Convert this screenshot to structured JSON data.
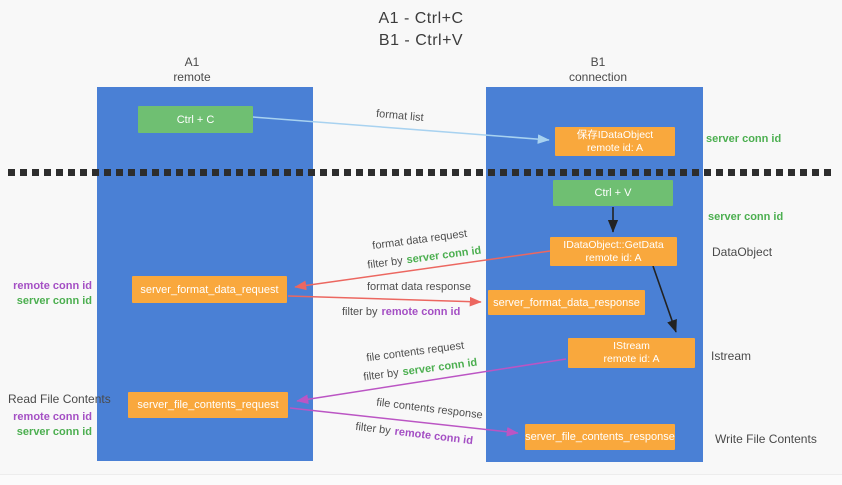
{
  "title": {
    "line1": "A1 - Ctrl+C",
    "line2": "B1 - Ctrl+V"
  },
  "lanes": {
    "left": {
      "name": "A1",
      "subtitle": "remote"
    },
    "right": {
      "name": "B1",
      "subtitle": "connection"
    }
  },
  "nodes": {
    "ctrl_c": {
      "label": "Ctrl + C"
    },
    "ctrl_v": {
      "label": "Ctrl + V"
    },
    "save_idataobject": {
      "line1": "保存IDataObject",
      "line2": "remote id: A"
    },
    "getdata": {
      "line1": "IDataObject::GetData",
      "line2": "remote id: A"
    },
    "istream": {
      "line1": "IStream",
      "line2": "remote id: A"
    },
    "server_format_data_request": {
      "label": "server_format_data_request"
    },
    "server_format_data_response": {
      "label": "server_format_data_response"
    },
    "server_file_contents_request": {
      "label": "server_file_contents_request"
    },
    "server_file_contents_response": {
      "label": "server_file_contents_response"
    }
  },
  "arrow_labels": {
    "format_list": "format list",
    "format_data_request": "format data request",
    "format_data_response": "format data response",
    "file_contents_request": "file contents request",
    "file_contents_response": "file contents response",
    "filter_by": "filter by",
    "server_conn_id": "server conn id",
    "remote_conn_id": "remote conn id"
  },
  "side_labels": {
    "server_conn_id": "server conn id",
    "remote_conn_id": "remote conn id",
    "dataobject": "DataObject",
    "istream": "Istream",
    "read_file_contents": "Read File Contents",
    "write_file_contents": "Write File Contents"
  },
  "colors": {
    "lane_blue": "#4a80d5",
    "node_green": "#6fbf72",
    "node_orange": "#f9a83d",
    "conn_green": "#4caf50",
    "conn_purple": "#a44fc4",
    "arrow_red": "#ec6760",
    "arrow_magenta": "#bb55c4",
    "arrow_light_blue": "#a8d2f0",
    "arrow_black": "#222222"
  }
}
